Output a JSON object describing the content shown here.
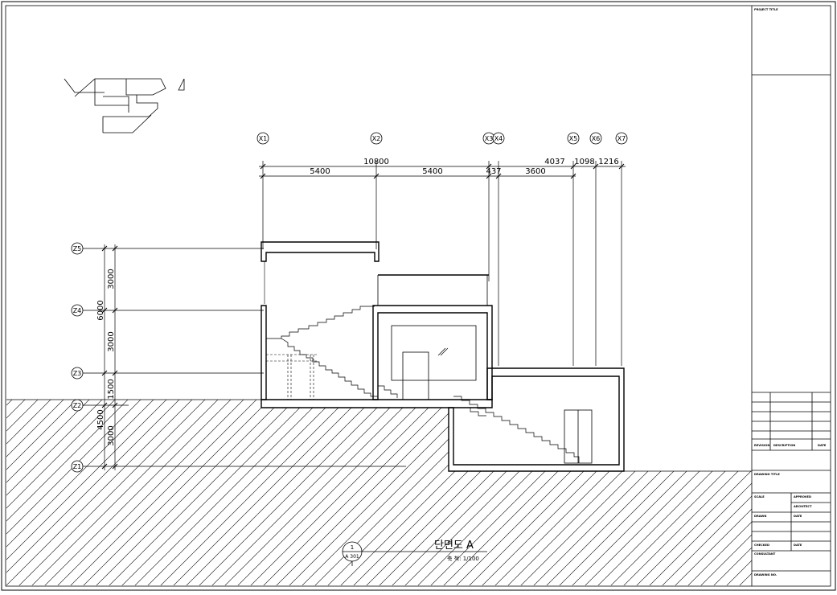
{
  "grid_x": [
    "X1",
    "X2",
    "X3",
    "X4",
    "X5",
    "X6",
    "X7"
  ],
  "grid_z": [
    "Z5",
    "Z4",
    "Z3",
    "Z2",
    "Z1"
  ],
  "dimensions": {
    "overall_left": "10800",
    "span_x1_x2": "5400",
    "span_x2_x3": "5400",
    "span_x3_x4": "437",
    "overall_right": "4037",
    "span_x4_x5": "3600",
    "span_x5_x6": "1098",
    "span_x6_x7": "1216",
    "h_z4_z5": "3000",
    "h_z2_z4": "6000",
    "h_z3_z4": "3000",
    "h_z2_z3": "1500",
    "h_z1_z3": "4500",
    "h_z1_z2": "3000"
  },
  "drawing": {
    "title": "단면도 A",
    "scale": "축 척: 1/100",
    "callout_number": "1",
    "callout_sheet": "A 301"
  },
  "title_block": {
    "project_title": "PROJECT TITLE",
    "revision": "REVISION",
    "description": "DESCRIPTION",
    "date": "DATE",
    "drawing_title": "DRAWING TITLE",
    "scale": "SCALE",
    "approved": "APPROVED",
    "architect": "ARCHITECT",
    "drawn": "DRAWN",
    "date2": "DATE",
    "checked": "CHECKED",
    "date3": "DATE",
    "consultant": "CONSULTANT",
    "drawing_no": "DRAWING NO."
  }
}
